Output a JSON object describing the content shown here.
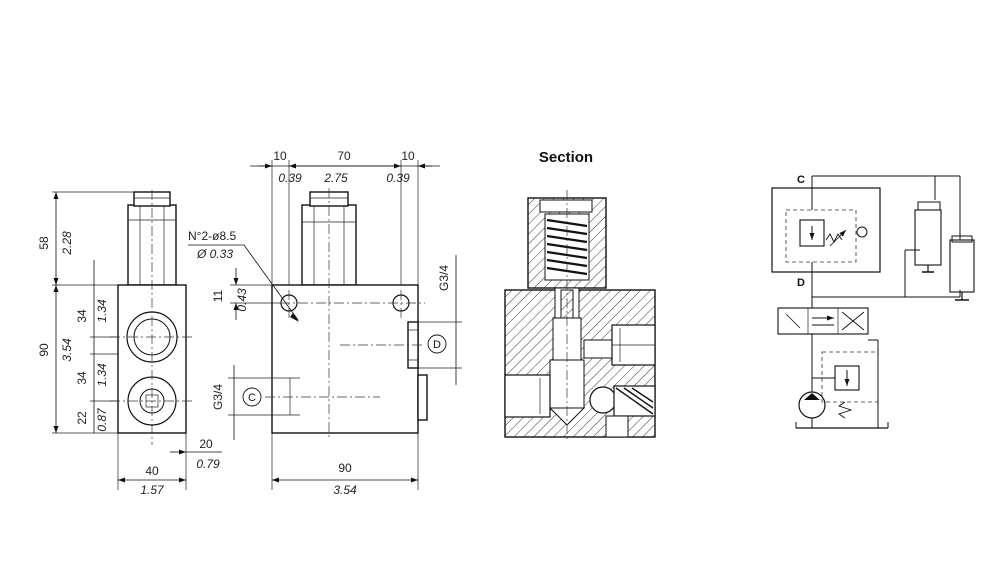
{
  "section_title": "Section",
  "dimensions": {
    "top_left": "10",
    "top_left_in": "0.39",
    "top_mid": "70",
    "top_mid_in": "2.75",
    "top_right": "10",
    "top_right_in": "0.39",
    "cart_height": "58",
    "cart_height_in": "2.28",
    "body_height": "90",
    "body_height_in": "3.54",
    "upper_port": "34",
    "upper_port_in": "1.34",
    "mid_port": "34",
    "mid_port_in": "1.34",
    "lower_port": "22",
    "lower_port_in": "0.87",
    "hole_offset": "11",
    "hole_offset_in": "0.43",
    "holes_note": "N°2-ø8.5",
    "holes_note_in": "Ø 0.33",
    "side_depth": "20",
    "side_depth_in": "0.79",
    "side_width": "40",
    "side_width_in": "1.57",
    "front_width": "90",
    "front_width_in": "3.54",
    "thread_d": "G3/4",
    "thread_c": "G3/4"
  },
  "ports": {
    "c": "C",
    "d": "D"
  },
  "schematic": {
    "c": "C",
    "d": "D"
  }
}
